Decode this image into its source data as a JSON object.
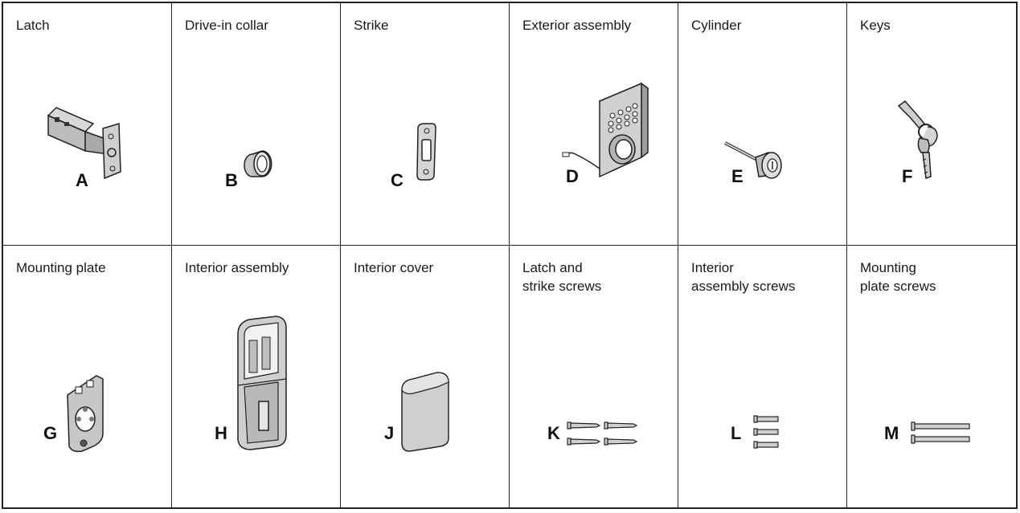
{
  "parts": [
    {
      "title": "Latch",
      "letter": "A",
      "icon": "latch-icon"
    },
    {
      "title": "Drive-in collar",
      "letter": "B",
      "icon": "drive-in-collar-icon"
    },
    {
      "title": "Strike",
      "letter": "C",
      "icon": "strike-plate-icon"
    },
    {
      "title": "Exterior assembly",
      "letter": "D",
      "icon": "keypad-exterior-assembly-icon"
    },
    {
      "title": "Cylinder",
      "letter": "E",
      "icon": "cylinder-icon"
    },
    {
      "title": "Keys",
      "letter": "F",
      "icon": "keys-icon"
    },
    {
      "title": "Mounting plate",
      "letter": "G",
      "icon": "mounting-plate-icon"
    },
    {
      "title": "Interior assembly",
      "letter": "H",
      "icon": "interior-assembly-icon"
    },
    {
      "title": "Interior cover",
      "letter": "J",
      "icon": "interior-cover-icon"
    },
    {
      "title": "Latch and\nstrike screws",
      "letter": "K",
      "icon": "latch-strike-screws-icon"
    },
    {
      "title": "Interior\nassembly screws",
      "letter": "L",
      "icon": "interior-assembly-screws-icon"
    },
    {
      "title": "Mounting\nplate screws",
      "letter": "M",
      "icon": "mounting-plate-screws-icon"
    }
  ]
}
